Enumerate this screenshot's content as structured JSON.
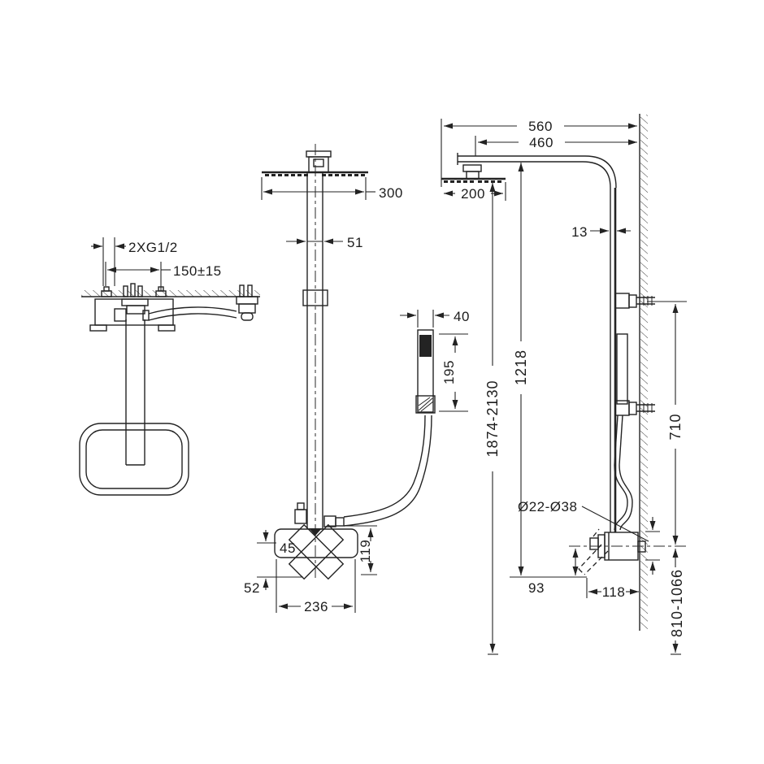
{
  "drawing": {
    "kind": "shower-system-technical-drawing",
    "ink_color": "#232323",
    "background": "#ffffff",
    "views": {
      "plan": {
        "dims": {
          "thread": "2XG1/2",
          "supply_spacing": "150±15"
        }
      },
      "front": {
        "dims": {
          "head_width": "300",
          "column_width": "51",
          "handshower_width": "40",
          "handshower_length": "195",
          "body_label": "45",
          "body_drop": "119",
          "handle_drop": "52",
          "body_width": "236"
        }
      },
      "side": {
        "dims": {
          "overall_reach": "560",
          "arm_reach": "460",
          "head_depth": "200",
          "pipe_width": "13",
          "column_length": "1218",
          "overall_height": "1874-2130",
          "bracket_to_valve": "710",
          "connector_range": "Ø22-Ø38",
          "handle_offset": "93",
          "valve_depth": "118",
          "valve_height": "810-1066"
        }
      }
    }
  }
}
